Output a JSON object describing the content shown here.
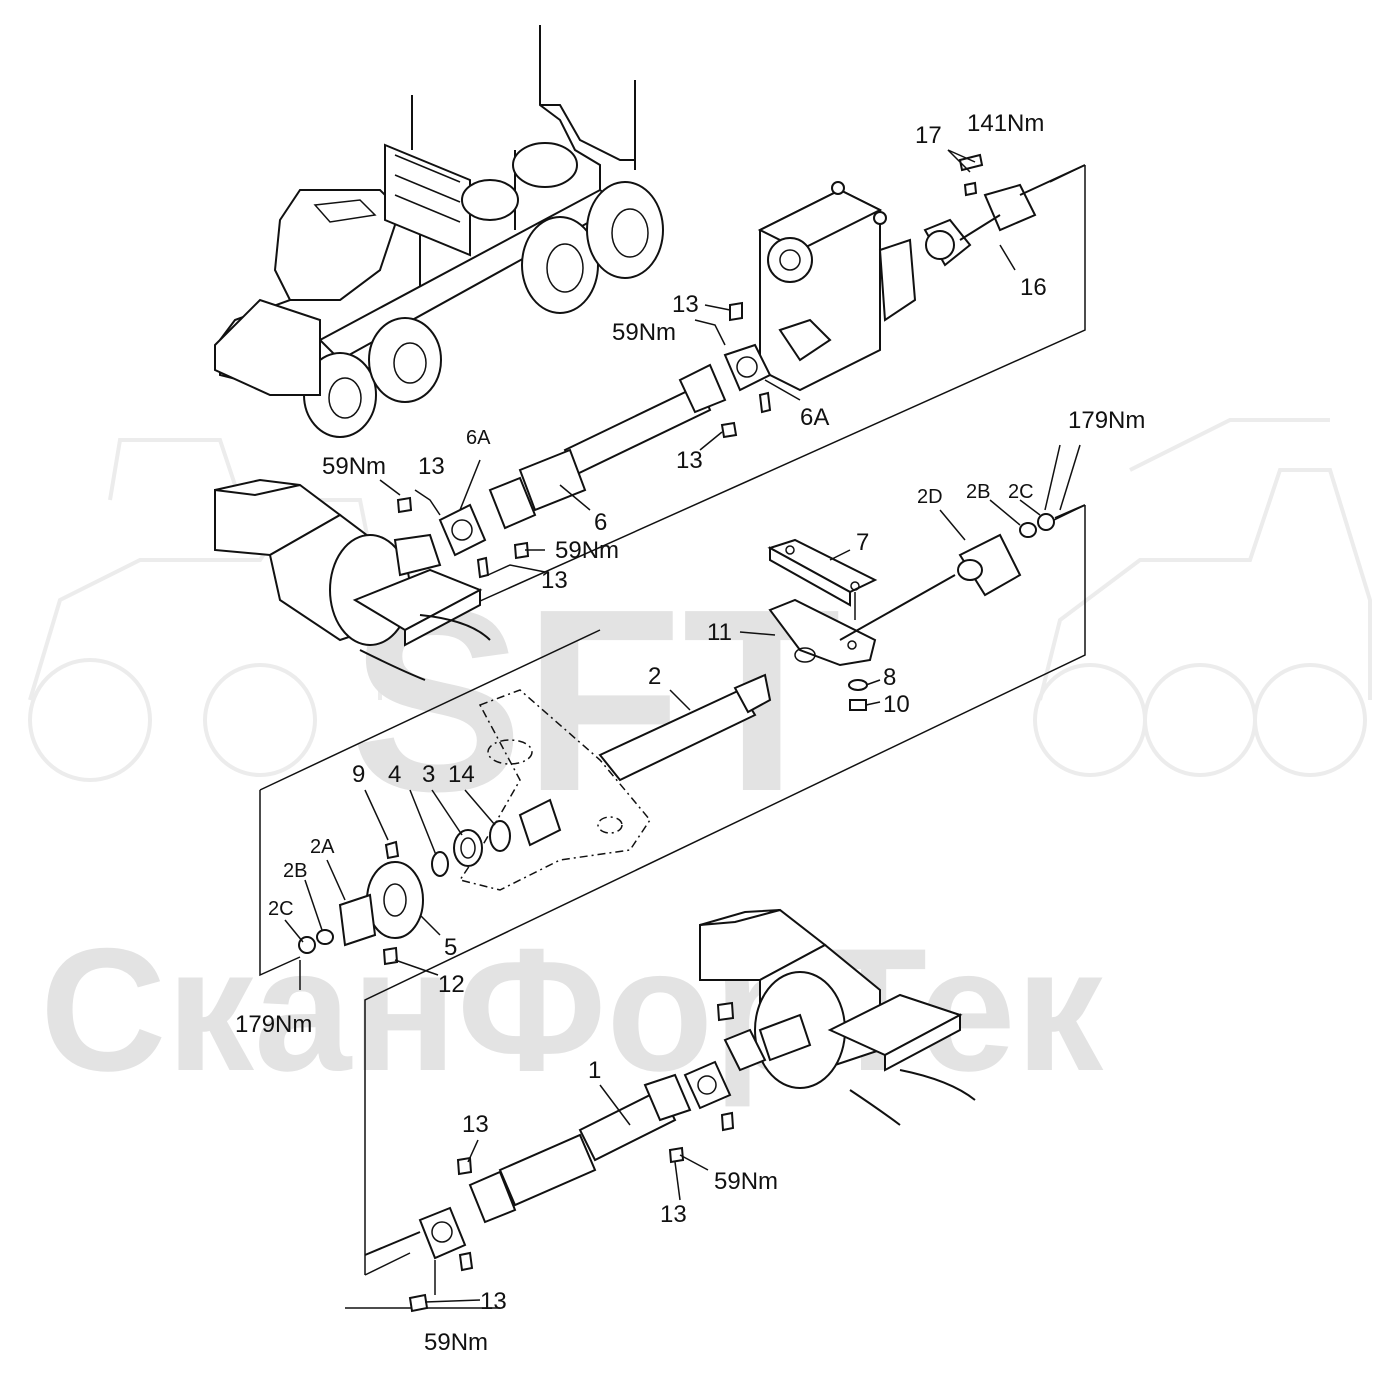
{
  "watermark": {
    "logo": "SFT",
    "brand": "СканФорТек",
    "color": "#e3e3e3"
  },
  "labels": {
    "torque_141": "141Nm",
    "part_17": "17",
    "part_16": "16",
    "part_13_a": "13",
    "torque_59_a": "59Nm",
    "part_6A_a": "6A",
    "part_13_b": "13",
    "torque_179_a": "179Nm",
    "torque_59_b": "59Nm",
    "part_13_c": "13",
    "part_6A_b": "6A",
    "part_6": "6",
    "torque_59_c": "59Nm",
    "part_13_d": "13",
    "part_2D": "2D",
    "part_2B_a": "2B",
    "part_2C_a": "2C",
    "part_7": "7",
    "part_11": "11",
    "part_8": "8",
    "part_10": "10",
    "part_2": "2",
    "part_9": "9",
    "part_4": "4",
    "part_3": "3",
    "part_14": "14",
    "part_2A": "2A",
    "part_2B_b": "2B",
    "part_2C_b": "2C",
    "part_5": "5",
    "part_12": "12",
    "torque_179_b": "179Nm",
    "part_1": "1",
    "part_13_e": "13",
    "torque_59_d": "59Nm",
    "part_13_f": "13",
    "part_13_g": "13",
    "torque_59_e": "59Nm"
  }
}
